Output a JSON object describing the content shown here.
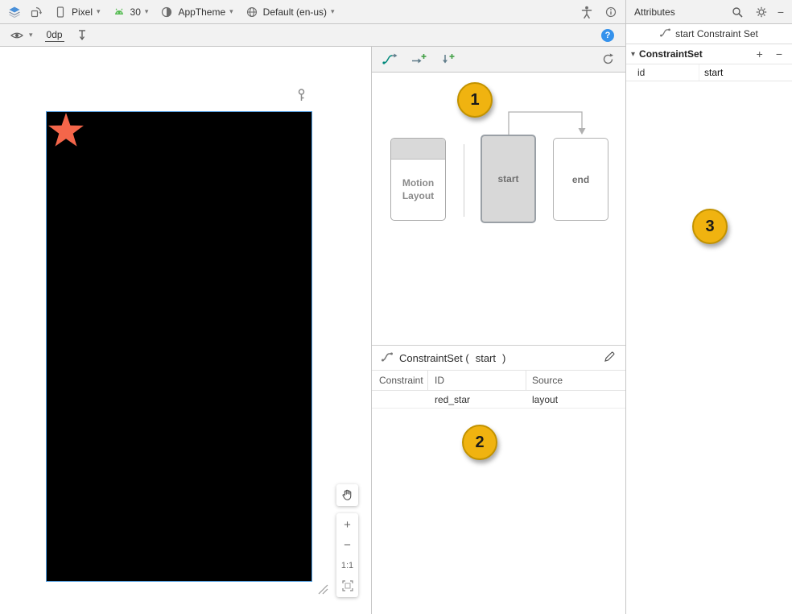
{
  "colors": {
    "callout_yellow": "#f0b310",
    "star_orange": "#f4664a",
    "phone_border_blue": "#4f9bdf",
    "help_blue": "#3592ec",
    "android_green": "#57bb54"
  },
  "glyphs": {
    "chevron_down": "▾",
    "plus": "+",
    "minus": "−",
    "question": "?"
  },
  "main_toolbar": {
    "device_label": "Pixel",
    "api_label": "30",
    "theme_label": "AppTheme",
    "locale_label": "Default (en-us)"
  },
  "design_toolbar": {
    "default_margin": "0dp"
  },
  "design_surface": {
    "zoom_in_label": "+",
    "zoom_out_label": "−",
    "zoom_ratio_label": "1:1"
  },
  "motion_editor": {
    "overview": {
      "motion_layout_label": "Motion Layout",
      "start_label": "start",
      "end_label": "end"
    },
    "selected_set": {
      "prefix": "ConstraintSet (",
      "name": "start",
      "suffix": ")"
    },
    "table": {
      "headers": [
        "Constraint",
        "ID",
        "Source"
      ],
      "rows": [
        {
          "constraint": "",
          "id": "red_star",
          "source": "layout"
        }
      ]
    }
  },
  "attributes_panel": {
    "title": "Attributes",
    "subtitle": "start Constraint Set",
    "section_title": "ConstraintSet",
    "rows": [
      {
        "key": "id",
        "value": "start"
      }
    ]
  },
  "callouts": {
    "one": "1",
    "two": "2",
    "three": "3"
  }
}
